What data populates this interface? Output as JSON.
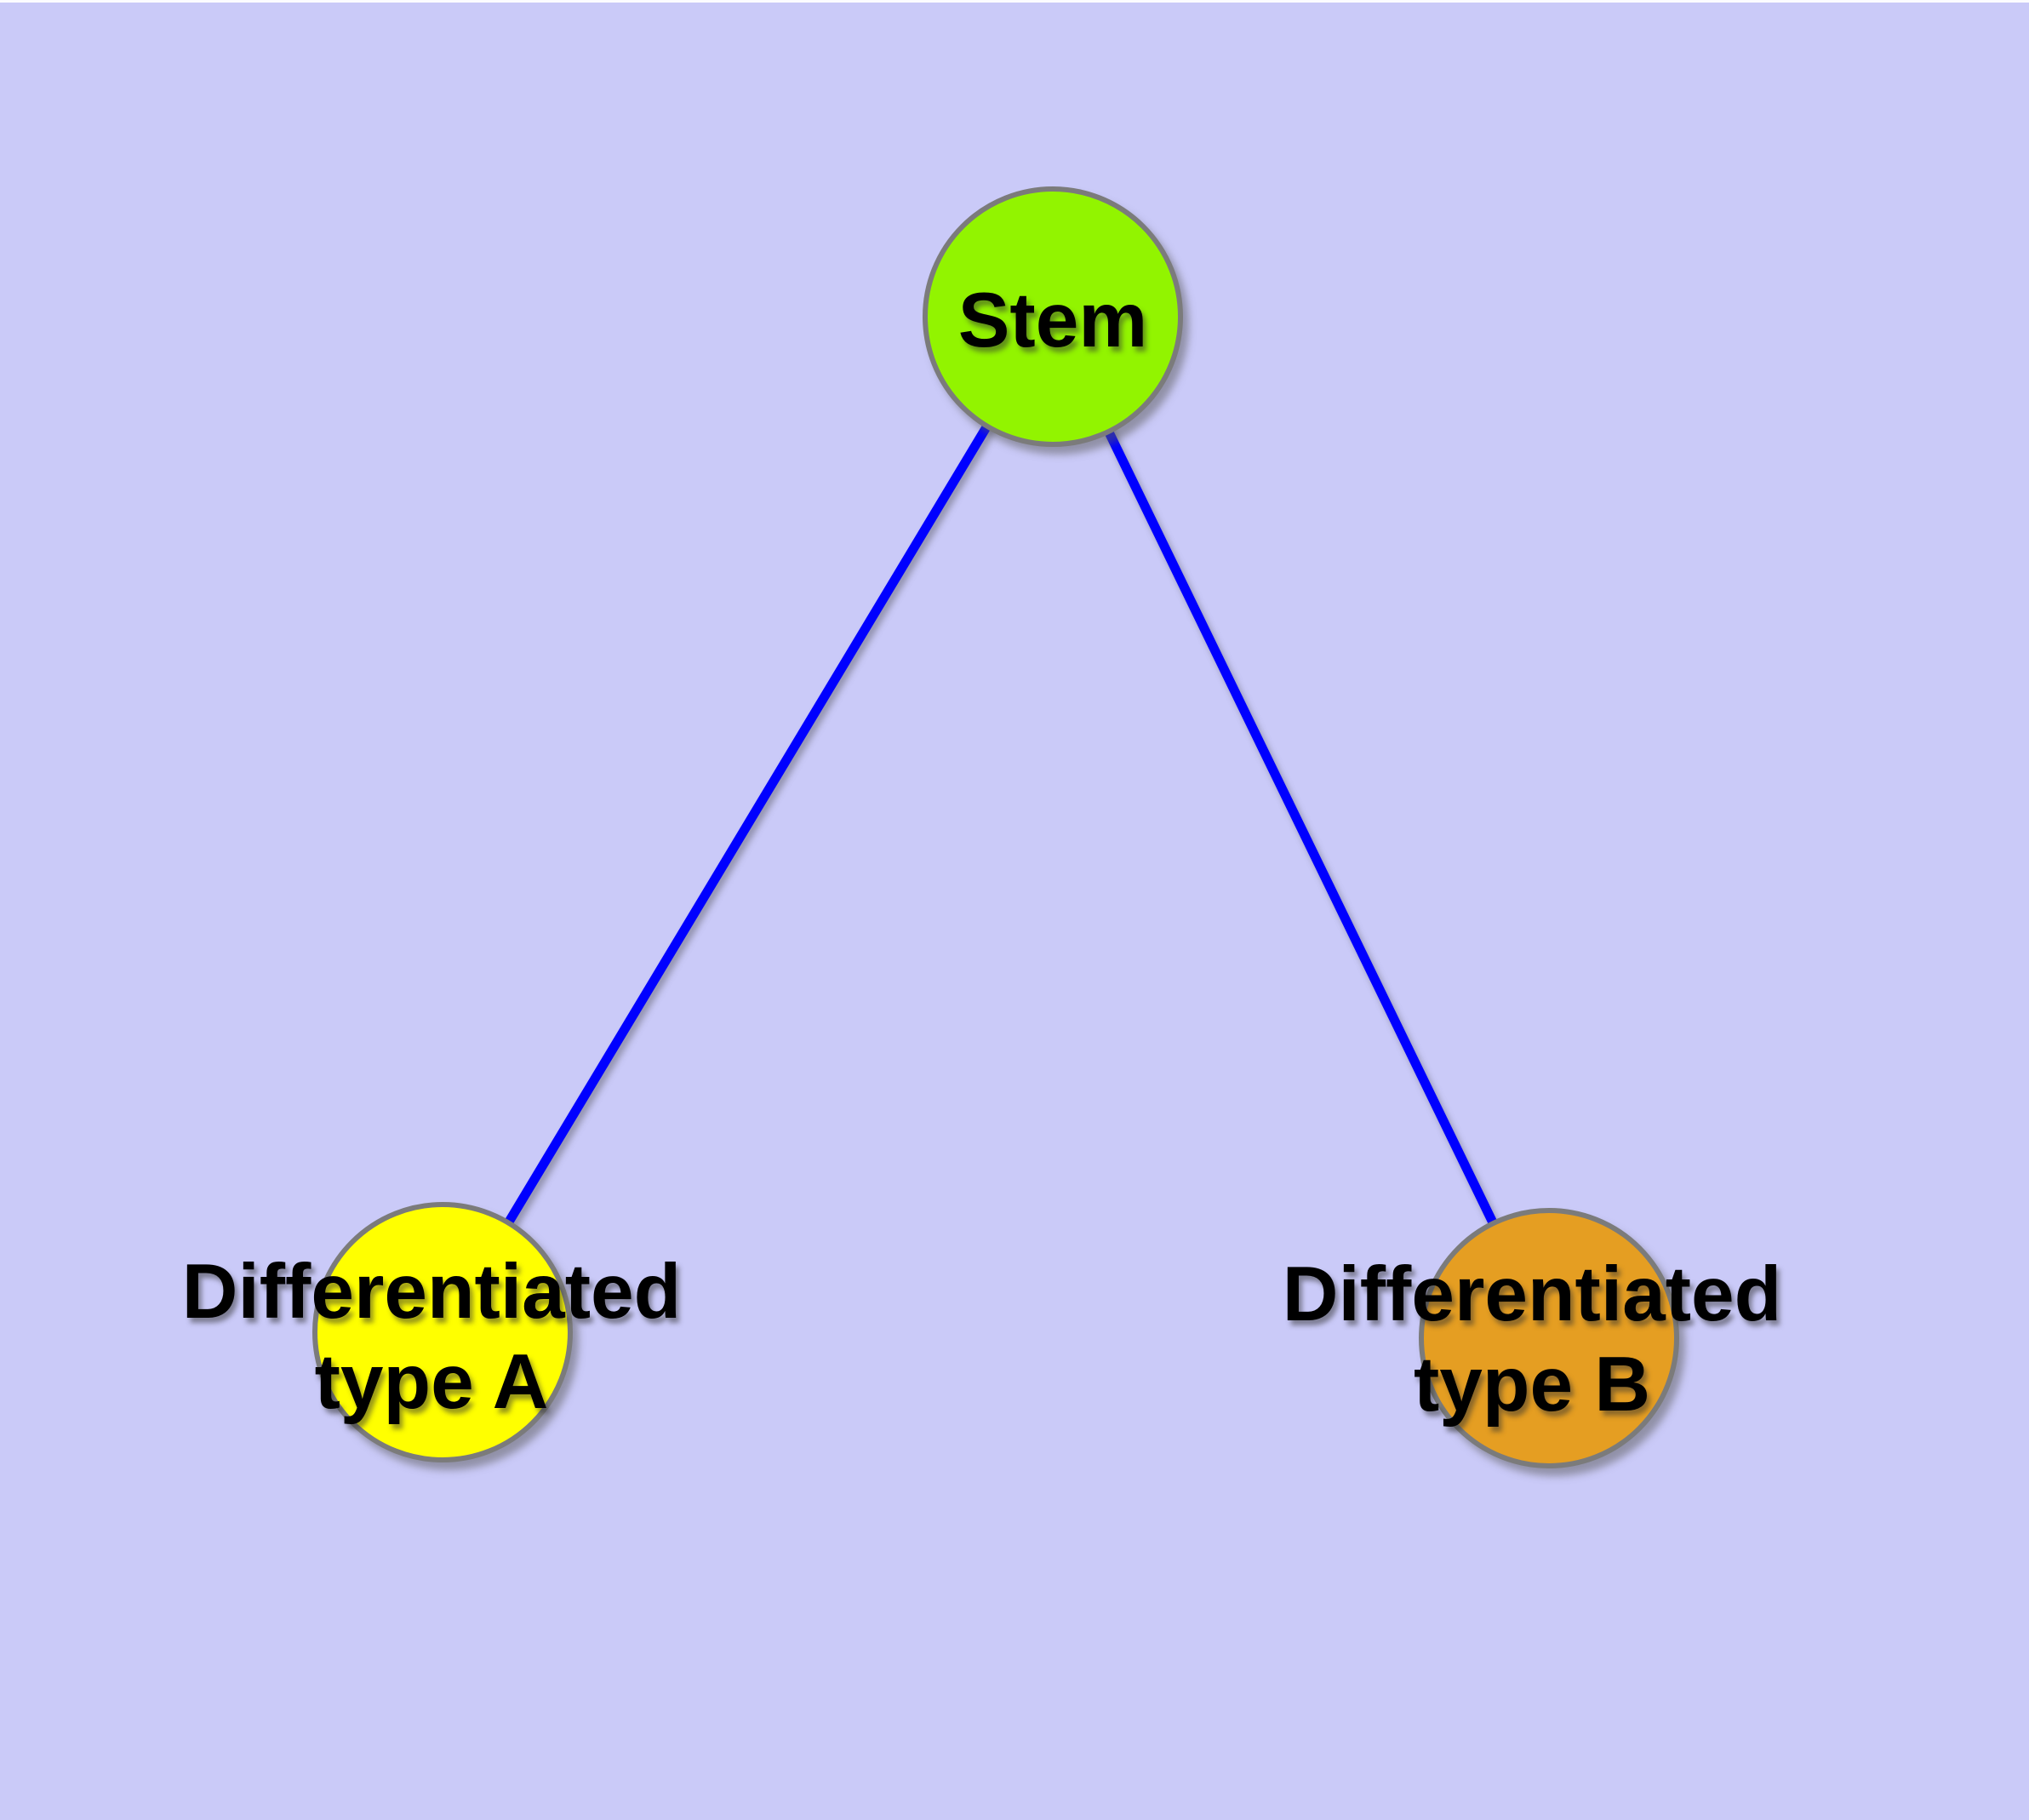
{
  "diagram": {
    "type": "graph",
    "background_color": "#cacaf8",
    "edge_color": "#0000ff",
    "node_border_color": "#7b7b7b",
    "label_color": "#000000",
    "nodes": [
      {
        "id": "stem",
        "label": "Stem",
        "color": "#92f400"
      },
      {
        "id": "differentiated-type-a",
        "label_line1": "Differentiated",
        "label_line2": "type A",
        "color": "#ffff00"
      },
      {
        "id": "differentiated-type-b",
        "label_line1": "Differentiated",
        "label_line2": "type B",
        "color": "#e59e22"
      }
    ],
    "edges": [
      {
        "from": "Stem",
        "to": "Differentiated type A"
      },
      {
        "from": "Stem",
        "to": "Differentiated type B"
      }
    ]
  }
}
